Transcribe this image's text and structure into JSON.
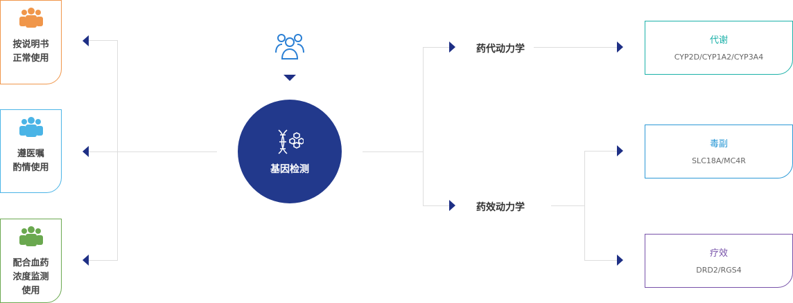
{
  "left_boxes": [
    {
      "lines": [
        "按说明书",
        "正常使用"
      ],
      "color": "#f0964a",
      "icon": "people-icon"
    },
    {
      "lines": [
        "遵医嘱",
        "酌情使用"
      ],
      "color": "#4ab4e6",
      "icon": "people-icon"
    },
    {
      "lines": [
        "配合血药",
        "浓度监测",
        "使用"
      ],
      "color": "#6aa84f",
      "icon": "people-icon"
    }
  ],
  "center": {
    "label": "基因检测",
    "icon": "dna-icon",
    "top_icon": "people-outline-icon",
    "color": "#22398c"
  },
  "middle": [
    {
      "label": "药代动力学"
    },
    {
      "label": "药效动力学"
    }
  ],
  "right_boxes": [
    {
      "title": "代谢",
      "genes": "CYP2D/CYP1A2/CYP3A4",
      "color": "#1ab0a8"
    },
    {
      "title": "毒副",
      "genes": "SLC18A/MC4R",
      "color": "#2a98d6"
    },
    {
      "title": "疗效",
      "genes": "DRD2/RGS4",
      "color": "#7650a8"
    }
  ]
}
